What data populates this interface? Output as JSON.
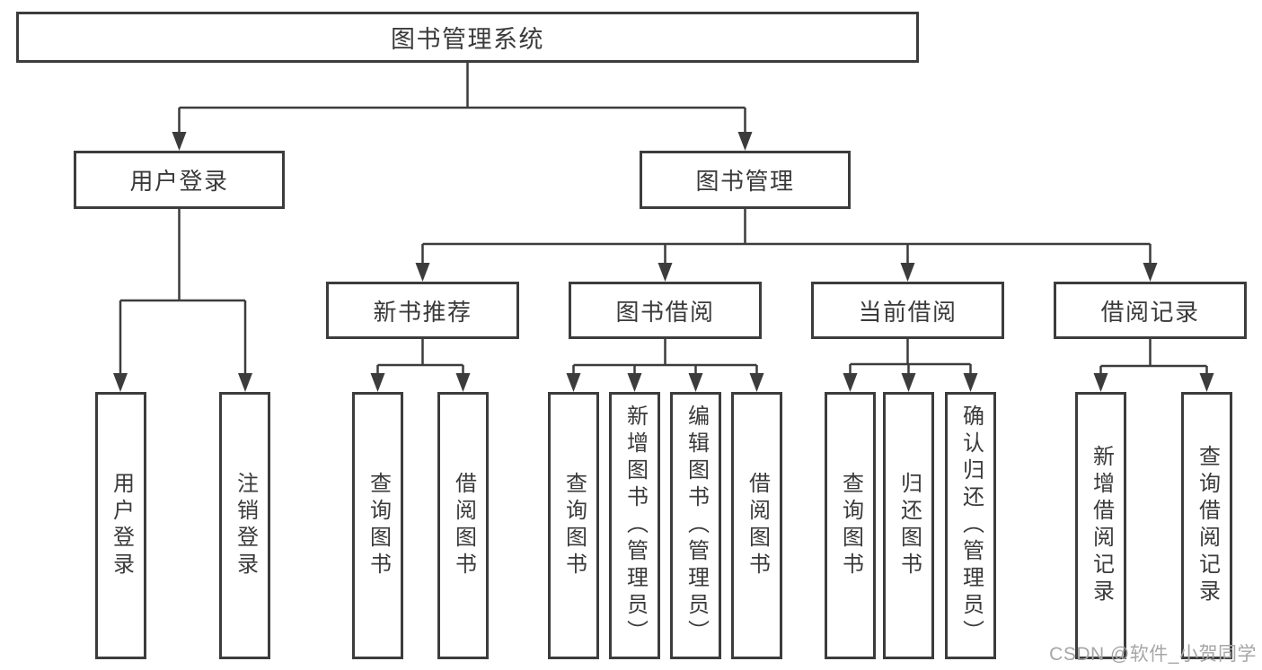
{
  "diagram": {
    "root": {
      "label": "图书管理系统"
    },
    "level2": {
      "user_login": {
        "label": "用户登录"
      },
      "book_management": {
        "label": "图书管理"
      }
    },
    "level3": {
      "new_books": {
        "label": "新书推荐"
      },
      "book_borrow": {
        "label": "图书借阅"
      },
      "current_borrow": {
        "label": "当前借阅"
      },
      "borrow_records": {
        "label": "借阅记录"
      }
    },
    "leaves": {
      "user_login_leaf": {
        "label": "用户登录"
      },
      "logout": {
        "label": "注销登录"
      },
      "nb_query_books": {
        "label": "查询图书"
      },
      "nb_borrow_books": {
        "label": "借阅图书"
      },
      "bb_query_books": {
        "label": "查询图书"
      },
      "bb_add_books_admin": {
        "label": "新增图书（管理员）"
      },
      "bb_edit_books_admin": {
        "label": "编辑图书（管理员）"
      },
      "bb_borrow_books": {
        "label": "借阅图书"
      },
      "cb_query_books": {
        "label": "查询图书"
      },
      "cb_return_books": {
        "label": "归还图书"
      },
      "cb_confirm_return_admin": {
        "label": "确认归还（管理员）"
      },
      "br_add_record": {
        "label": "新增借阅记录"
      },
      "br_query_record": {
        "label": "查询借阅记录"
      }
    }
  },
  "watermark": {
    "text": "CSDN @软件_小贺同学"
  },
  "colors": {
    "line": "#3c3c3c",
    "box_border": "#3c3c3c",
    "text": "#3a3a3a",
    "background": "#ffffff",
    "watermark_text": "#a6a6a6"
  }
}
